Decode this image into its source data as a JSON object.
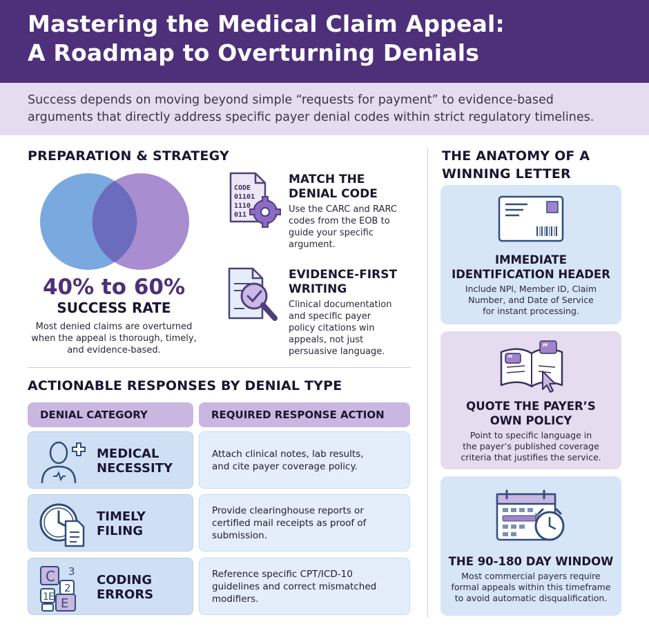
{
  "header": {
    "title_line1": "Mastering the Medical Claim Appeal:",
    "title_line2": "A Roadmap to Overturning Denials"
  },
  "subtitle": {
    "line1": "Success depends on moving beyond simple “requests for payment” to evidence-based",
    "line2": "arguments that directly address specific payer denial codes within strict regulatory timelines."
  },
  "preparation": {
    "title": "PREPARATION & STRATEGY",
    "stat_value": "40% to 60%",
    "stat_label": "SUCCESS RATE",
    "stat_desc": "Most denied claims are overturned when the appeal is thorough, timely, and evidence-based.",
    "features": [
      {
        "title_line1": "MATCH THE",
        "title_line2": "DENIAL CODE",
        "desc_lines": [
          "Use the CARC and RARC",
          "codes from the EOB to",
          "guide your specific",
          "argument."
        ],
        "icon_text": [
          "CODE",
          "01101",
          "1110",
          "011"
        ]
      },
      {
        "title_line1": "EVIDENCE-FIRST",
        "title_line2": "WRITING",
        "desc_lines": [
          "Clinical documentation",
          "and specific payer",
          "policy citations win",
          "appeals, not just",
          "persuasive language."
        ]
      }
    ]
  },
  "responses": {
    "title": "ACTIONABLE RESPONSES BY DENIAL TYPE",
    "col_category": "DENIAL CATEGORY",
    "col_action": "REQUIRED RESPONSE ACTION",
    "rows": [
      {
        "category_line1": "MEDICAL",
        "category_line2": "NECESSITY",
        "action_lines": [
          "Attach clinical notes, lab results,",
          "and cite payer coverage policy."
        ]
      },
      {
        "category_line1": "TIMELY",
        "category_line2": "FILING",
        "action_lines": [
          "Provide clearinghouse reports or",
          "certified mail receipts as proof of",
          "submission."
        ]
      },
      {
        "category_line1": "CODING",
        "category_line2": "ERRORS",
        "action_lines": [
          "Reference specific CPT/ICD-10",
          "guidelines and correct mismatched",
          "modifiers."
        ],
        "icon_letters": [
          "C",
          "3",
          "2",
          "1",
          "E",
          "E"
        ]
      }
    ]
  },
  "anatomy": {
    "title_line1": "THE ANATOMY OF A",
    "title_line2": "WINNING LETTER",
    "cards": [
      {
        "title_line1": "IMMEDIATE",
        "title_line2": "IDENTIFICATION HEADER",
        "desc_lines": [
          "Include NPI, Member ID, Claim",
          "Number, and Date of Service",
          "for instant processing."
        ]
      },
      {
        "title_line1": "QUOTE THE PAYER’S",
        "title_line2": "OWN POLICY",
        "desc_lines": [
          "Point to specific language in",
          "the payer’s published coverage",
          "criteria that justifies the service."
        ]
      },
      {
        "title_line1": "THE 90-180 DAY WINDOW",
        "desc_lines": [
          "Most commercial payers require",
          "formal appeals within this timeframe",
          "to avoid automatic disqualification."
        ]
      }
    ]
  },
  "colors": {
    "header_bg": "#4e2f7a",
    "subtitle_bg": "#e6dcf0",
    "accent_purple": "#7a5cb0",
    "accent_blue": "#6fa3dc",
    "card_blue": "#d7e6f7",
    "card_purple": "#e6dcf0"
  }
}
